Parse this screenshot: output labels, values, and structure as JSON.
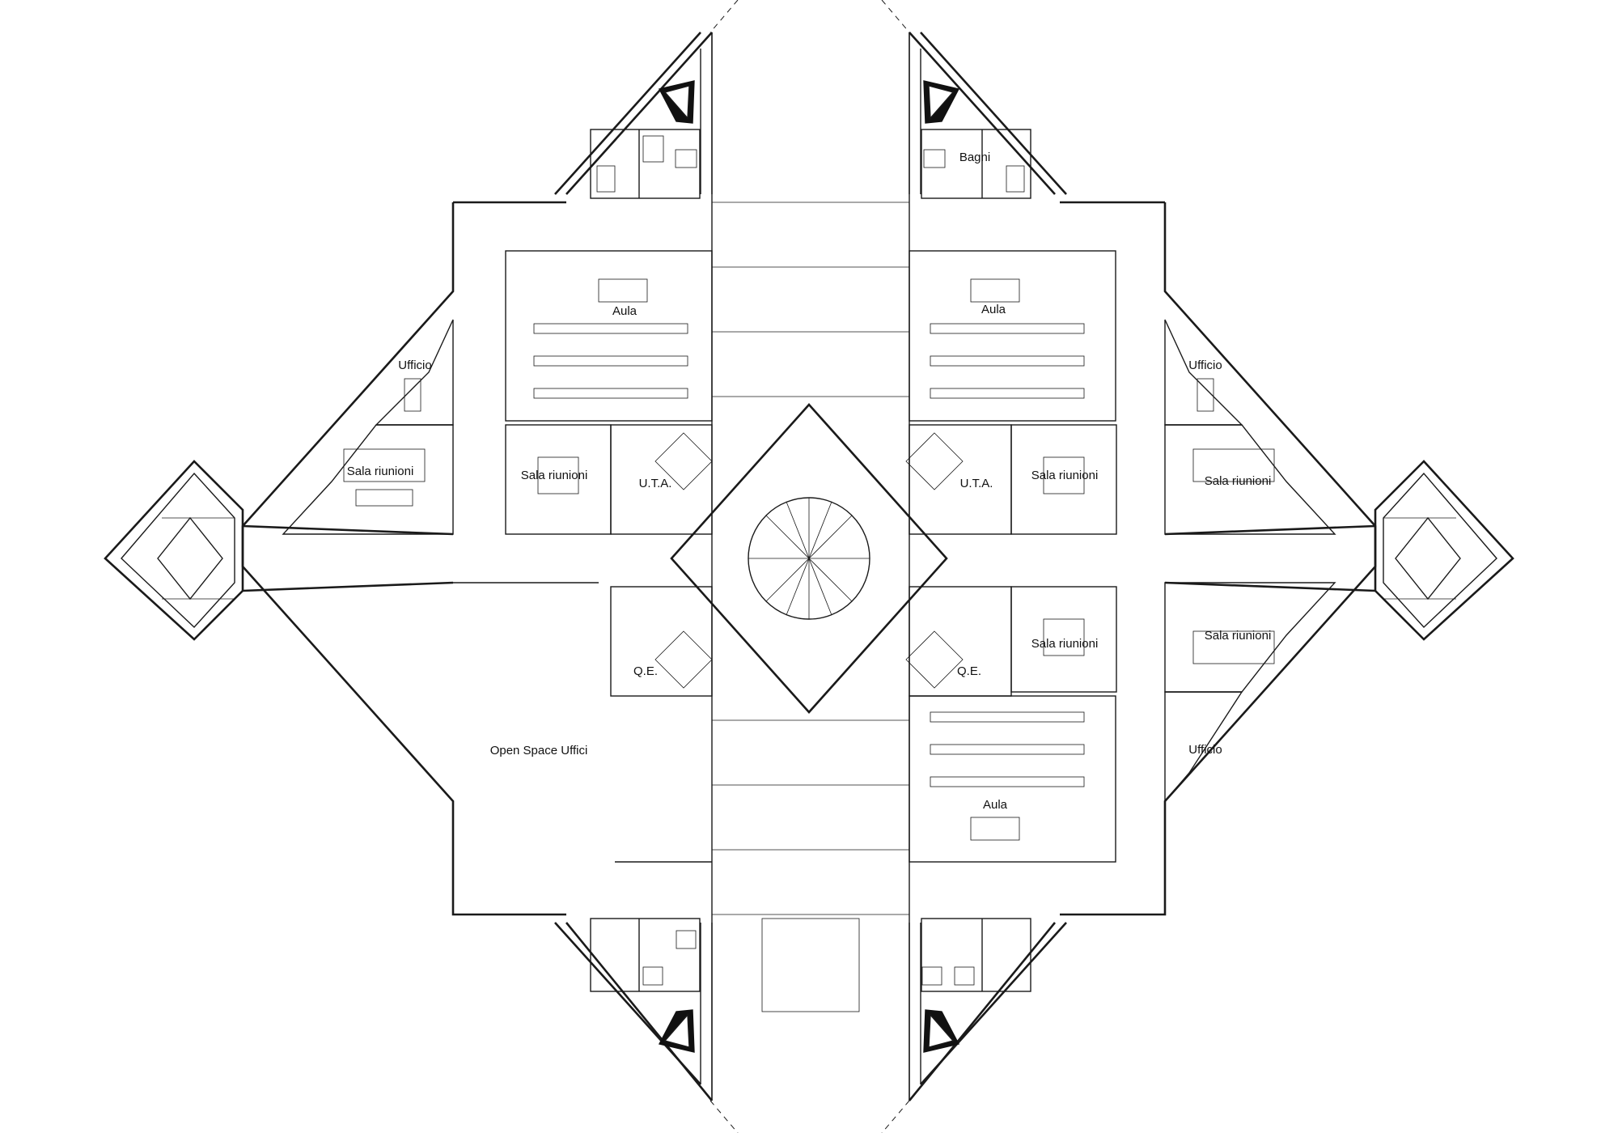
{
  "labels": {
    "bagni": "Bagni",
    "aula": "Aula",
    "ufficio": "Ufficio",
    "sala_riunioni": "Sala riunioni",
    "uta": "U.T.A.",
    "qe": "Q.E.",
    "open_space": "Open Space Uffici"
  }
}
